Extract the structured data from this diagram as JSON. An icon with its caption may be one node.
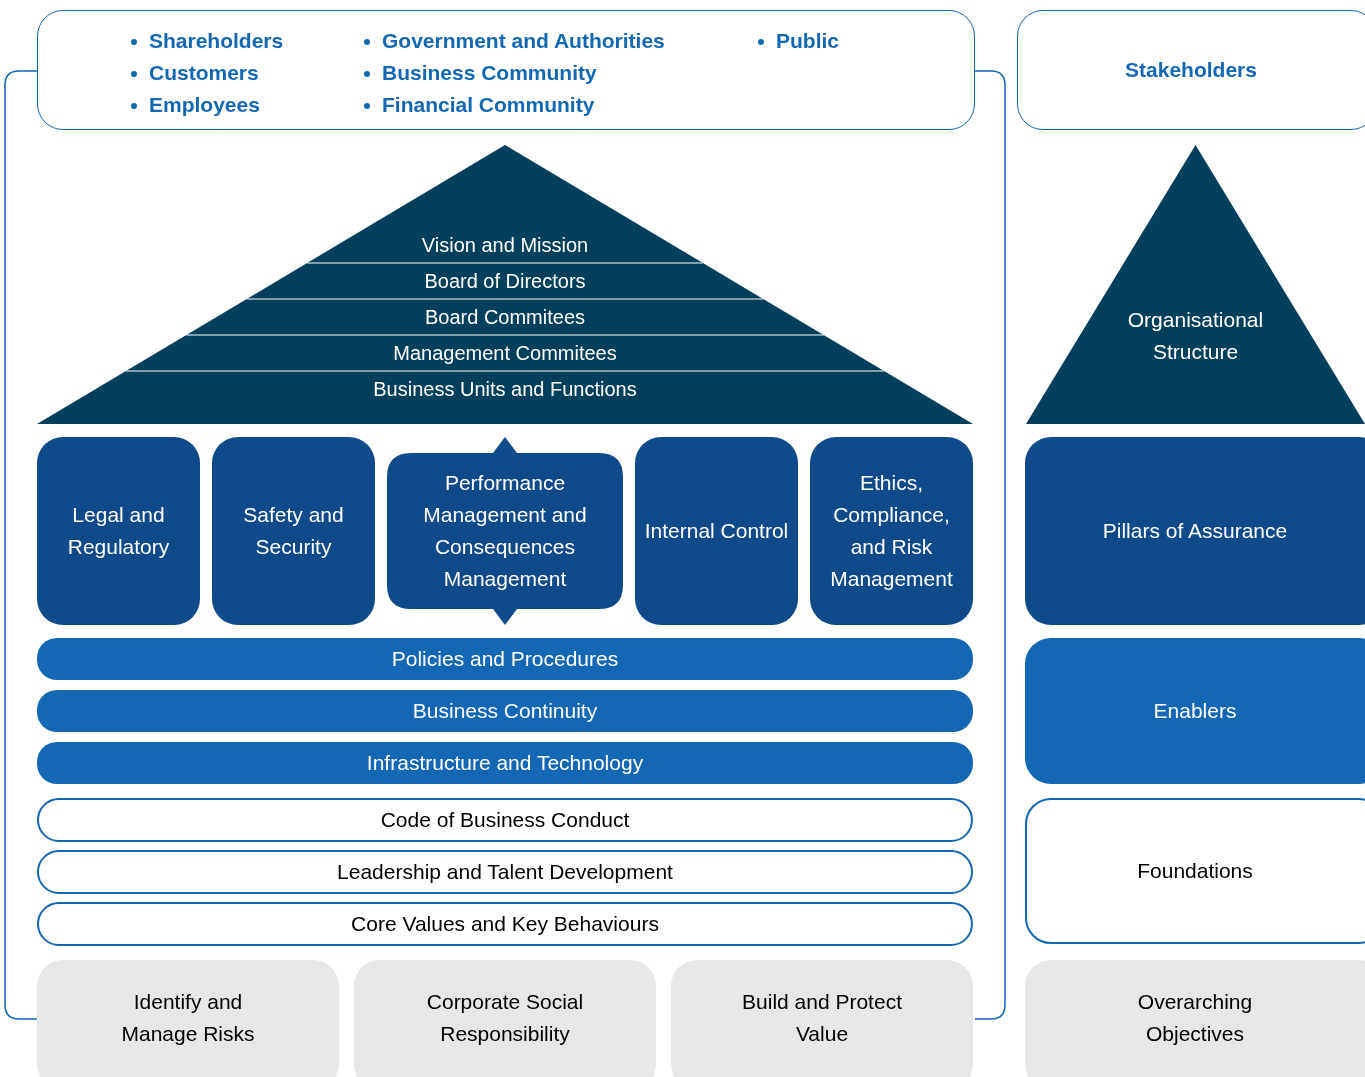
{
  "diagram": {
    "nodes": [
      {
        "text": [
          "Shareholders",
          "Customers",
          "Employees",
          "Government and Authorities",
          "Business Community",
          "Financial Community",
          "Public"
        ]
      },
      {
        "text": [
          "Stakeholders"
        ]
      },
      {
        "text": [
          "Vision and Mission",
          "Board of Directors",
          "Board Commitees",
          "Management Commitees",
          "Business Units and Functions"
        ]
      },
      {
        "text": [
          "Organisational Structure"
        ]
      },
      {
        "text": [
          "Legal and Regulatory"
        ]
      },
      {
        "text": [
          "Safety and Security"
        ]
      },
      {
        "text": [
          "Performance Management and Consequences Management"
        ]
      },
      {
        "text": [
          "Internal Control"
        ]
      },
      {
        "text": [
          "Ethics, Compliance, and Risk Management"
        ]
      },
      {
        "text": [
          "Pillars of Assurance"
        ]
      },
      {
        "text": [
          "Policies and Procedures"
        ]
      },
      {
        "text": [
          "Business Continuity"
        ]
      },
      {
        "text": [
          "Infrastructure and Technology"
        ]
      },
      {
        "text": [
          "Enablers"
        ]
      },
      {
        "text": [
          "Code of Business Conduct"
        ]
      },
      {
        "text": [
          "Leadership and Talent Development"
        ]
      },
      {
        "text": [
          "Core Values and Key Behaviours"
        ]
      },
      {
        "text": [
          "Foundations"
        ]
      },
      {
        "text": [
          "Identify and Manage Risks"
        ]
      },
      {
        "text": [
          "Corporate Social Responsibility"
        ]
      },
      {
        "text": [
          "Build and Protect Value"
        ]
      },
      {
        "text": [
          "Overarching Objectives"
        ]
      }
    ]
  }
}
